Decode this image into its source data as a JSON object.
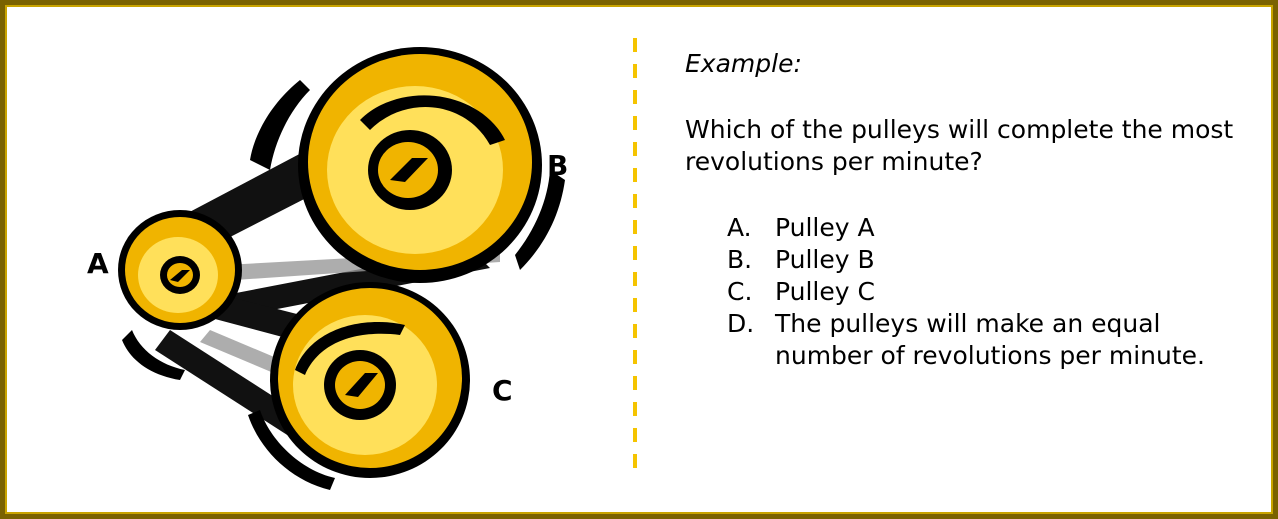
{
  "pulleys": {
    "labels": {
      "a": "A",
      "b": "B",
      "c": "C"
    },
    "colors": {
      "rim": "#f0b400",
      "face": "#ffe05a",
      "belt": "#111111",
      "shadow": "#000000"
    }
  },
  "question": {
    "example_label": "Example:",
    "text": "Which of the pulleys will complete the most revolutions per minute?",
    "options": [
      {
        "letter": "A.",
        "text": "Pulley A"
      },
      {
        "letter": "B.",
        "text": "Pulley B"
      },
      {
        "letter": "C.",
        "text": "Pulley C"
      },
      {
        "letter": "D.",
        "text": "The pulleys will make an equal number of revolutions per minute."
      }
    ]
  },
  "accent_colors": {
    "frame_outer": "#7a6200",
    "frame_inner": "#c9a400",
    "divider": "#f5c400"
  }
}
